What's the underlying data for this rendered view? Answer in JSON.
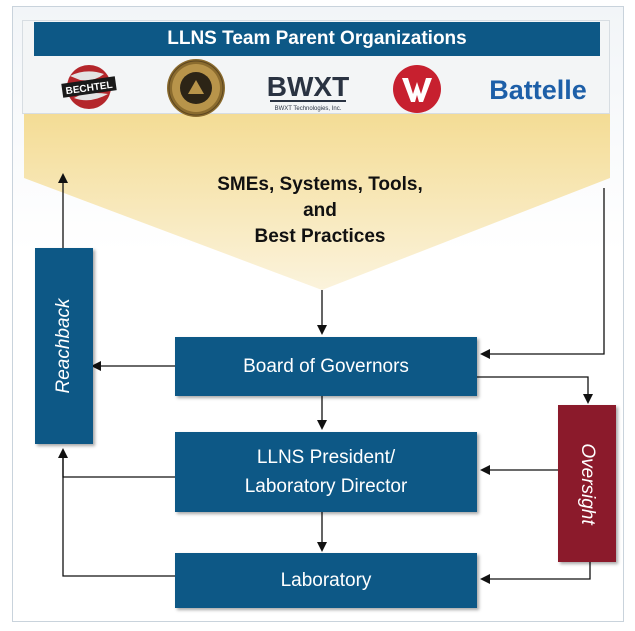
{
  "header": {
    "title": "LLNS Team Parent Organizations"
  },
  "logos": [
    {
      "name": "bechtel",
      "text": "BECHTEL"
    },
    {
      "name": "university-of-california",
      "text": ""
    },
    {
      "name": "bwxt",
      "text": "BWXT",
      "subtext": "BWXT Technologies, Inc."
    },
    {
      "name": "washington",
      "text": "W"
    },
    {
      "name": "battelle",
      "text": "Battelle"
    }
  ],
  "callout": {
    "line1": "SMEs, Systems, Tools,",
    "line2": "and",
    "line3": "Best Practices"
  },
  "boxes": {
    "board": "Board of Governors",
    "president_line1": "LLNS President/",
    "president_line2": "Laboratory Director",
    "laboratory": "Laboratory",
    "reachback": "Reachback",
    "oversight": "Oversight"
  },
  "colors": {
    "primary": "#0d5886",
    "oversight": "#8b1a2b",
    "funnel": "#f7e6b0"
  }
}
